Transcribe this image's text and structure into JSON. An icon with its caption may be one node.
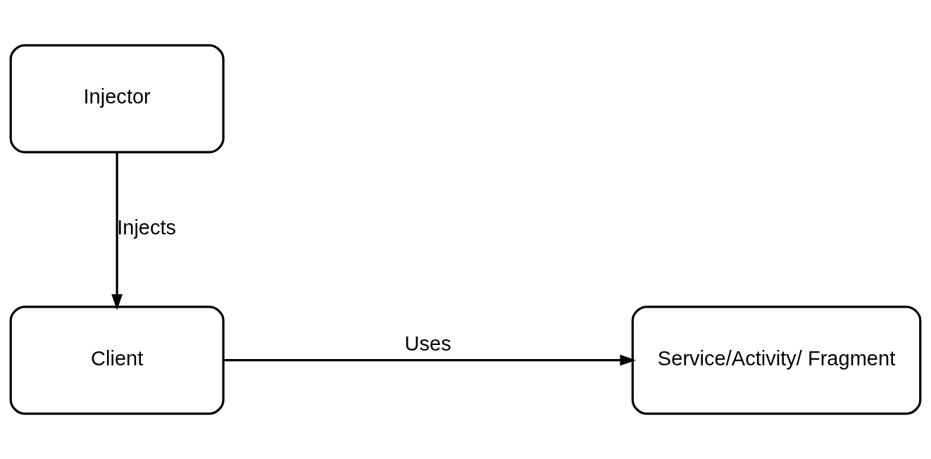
{
  "diagram": {
    "nodes": [
      {
        "text": [
          "Injector"
        ]
      },
      {
        "text": [
          "Client"
        ]
      },
      {
        "text": [
          "Service/Activity/ Fragment"
        ]
      }
    ],
    "edges": [
      {
        "from": 0,
        "to": 1,
        "arrow": "to",
        "label": "Injects"
      },
      {
        "from": 1,
        "to": 2,
        "arrow": "to",
        "label": "Uses"
      }
    ]
  }
}
